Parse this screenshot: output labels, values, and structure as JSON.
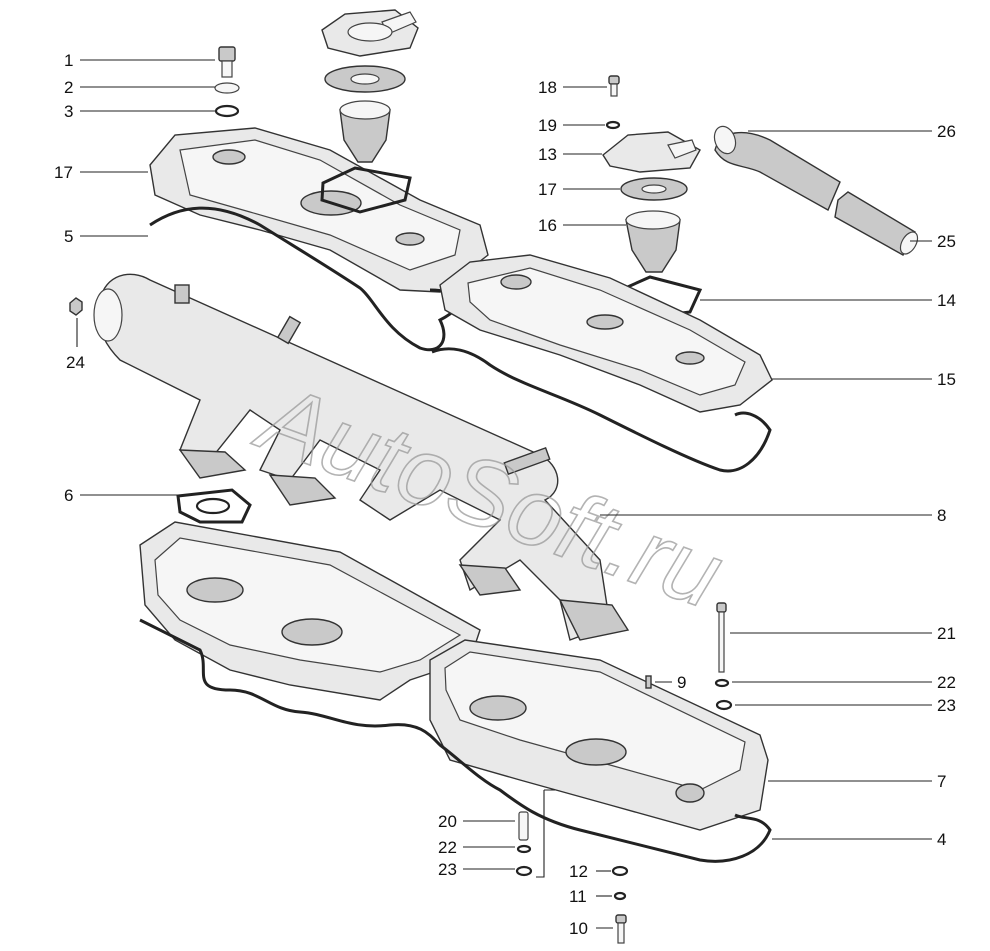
{
  "watermark": "AutoSoft.ru",
  "callouts": [
    {
      "id": "c1",
      "text": "1"
    },
    {
      "id": "c2",
      "text": "2"
    },
    {
      "id": "c3",
      "text": "3"
    },
    {
      "id": "c17a",
      "text": "17"
    },
    {
      "id": "c5",
      "text": "5"
    },
    {
      "id": "c24",
      "text": "24"
    },
    {
      "id": "c6",
      "text": "6"
    },
    {
      "id": "c18",
      "text": "18"
    },
    {
      "id": "c19",
      "text": "19"
    },
    {
      "id": "c13",
      "text": "13"
    },
    {
      "id": "c17b",
      "text": "17"
    },
    {
      "id": "c16",
      "text": "16"
    },
    {
      "id": "c26",
      "text": "26"
    },
    {
      "id": "c25",
      "text": "25"
    },
    {
      "id": "c14",
      "text": "14"
    },
    {
      "id": "c15",
      "text": "15"
    },
    {
      "id": "c8",
      "text": "8"
    },
    {
      "id": "c21",
      "text": "21"
    },
    {
      "id": "c9",
      "text": "9"
    },
    {
      "id": "c22a",
      "text": "22"
    },
    {
      "id": "c23a",
      "text": "23"
    },
    {
      "id": "c7",
      "text": "7"
    },
    {
      "id": "c4",
      "text": "4"
    },
    {
      "id": "c20",
      "text": "20"
    },
    {
      "id": "c22b",
      "text": "22"
    },
    {
      "id": "c23b",
      "text": "23"
    },
    {
      "id": "c12",
      "text": "12"
    },
    {
      "id": "c11",
      "text": "11"
    },
    {
      "id": "c10",
      "text": "10"
    }
  ]
}
